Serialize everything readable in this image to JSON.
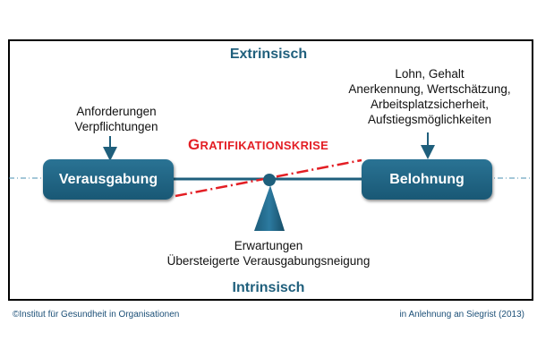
{
  "top_label": "Extrinsisch",
  "bottom_label": "Intrinsisch",
  "demands": {
    "lines": [
      "Anforderungen",
      "Verpflichtungen"
    ]
  },
  "rewards": {
    "lines": [
      "Lohn, Gehalt",
      "Anerkennung, Wertschätzung,",
      "Arbeitsplatzsicherheit,",
      "Aufstiegsmöglichkeiten"
    ]
  },
  "crisis_label": {
    "first_letter": "G",
    "rest": "RATIFIKATIONSKRISE"
  },
  "effort_box": "Verausgabung",
  "reward_box": "Belohnung",
  "expectations": {
    "lines": [
      "Erwartungen",
      "Übersteigerte Verausgabungsneigung"
    ]
  },
  "footer": {
    "copyright": "©Institut für Gesundheit in Organisationen",
    "source": "in Anlehnung an Siegrist (2013)"
  },
  "colors": {
    "primary": "#1f5f7c",
    "box_fill": "#23698a",
    "crisis": "#e31e24",
    "axis_line": "#4a8fb0",
    "frame": "#000000"
  }
}
